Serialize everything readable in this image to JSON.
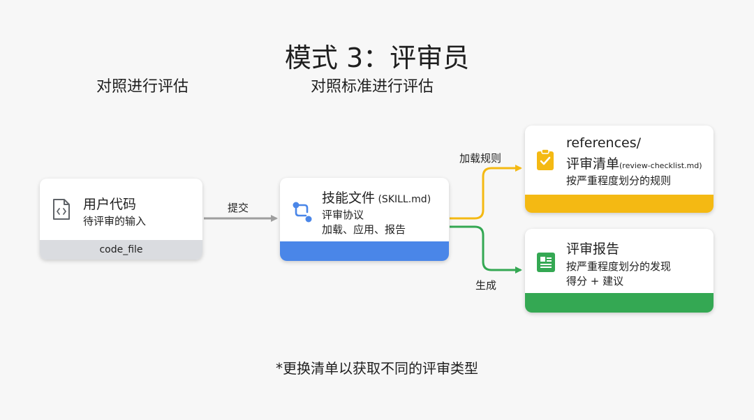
{
  "title": "模式 3：评审员",
  "subtitle_left": "对照进行评估",
  "subtitle_center": "对照标准进行评估",
  "footnote": "*更换清单以获取不同的评审类型",
  "input_card": {
    "title": "用户代码",
    "line1": "待评审的输入",
    "footer": "code_file",
    "icon": "code-file-icon"
  },
  "skill_card": {
    "title": "技能文件",
    "title_suffix": " (SKILL.md)",
    "line1": "评审协议",
    "line2": "加载、应用、报告",
    "icon": "workflow-icon",
    "accent": "#4a86e8"
  },
  "refs_card": {
    "title_line1": "references/",
    "title_line2": "评审清单",
    "title_line2_suffix": "(review-checklist.md)",
    "line1": "按严重程度划分的规则",
    "icon": "clipboard-check-icon",
    "accent": "#f4b913"
  },
  "report_card": {
    "title": "评审报告",
    "line1": "按严重程度划分的发现",
    "line2": "得分 + 建议",
    "icon": "document-icon",
    "accent": "#34a853"
  },
  "edges": {
    "submit_label": "提交",
    "load_rules_label": "加载规则",
    "generate_label": "生成"
  },
  "colors": {
    "gray_arrow": "#9e9e9e",
    "yellow_arrow": "#f4b913",
    "green_arrow": "#34a853"
  }
}
